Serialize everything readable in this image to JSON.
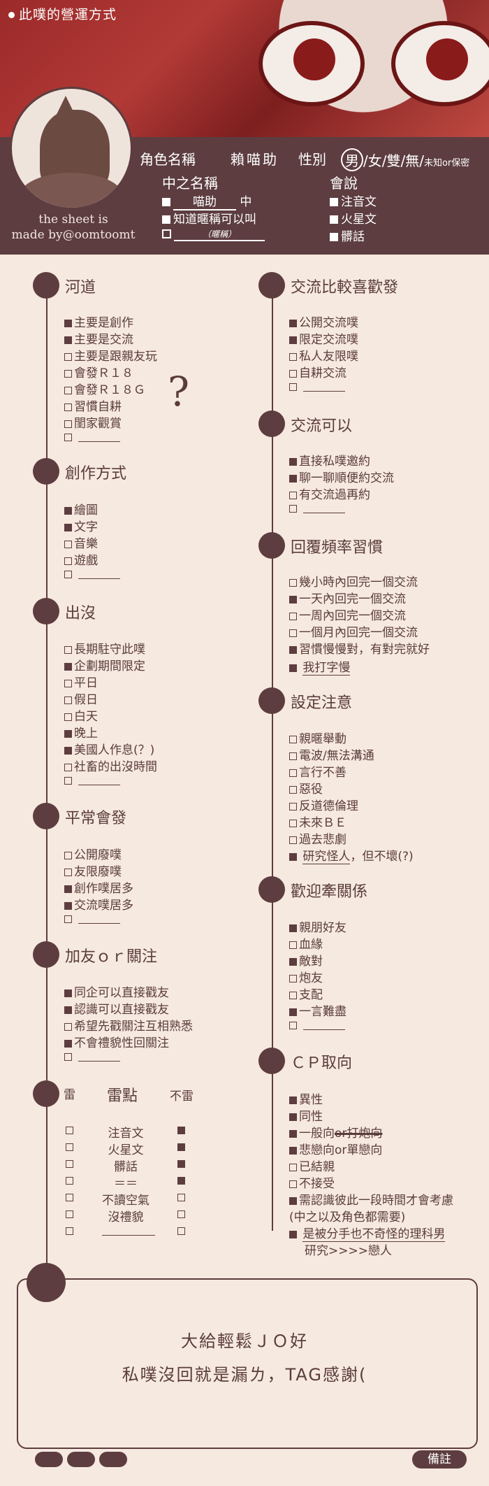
{
  "banner_title": "此噗的營運方式",
  "credit": {
    "line1": "the sheet is",
    "line2": "made by@oomtoomt"
  },
  "header": {
    "role_label": "角色名稱",
    "role_value": "賴喵助",
    "gender_label": "性別",
    "gender_selected": "男",
    "gender_rest": "/女/雙/無/",
    "gender_note": "未知or保密",
    "nickname_label": "中之名稱",
    "nickname_value": "喵助",
    "nickname_suffix": "中",
    "nickname_known": "知道暱稱可以叫",
    "nickname_blank": "（暱稱）",
    "lang_label": "會說",
    "lang_items": [
      "注音文",
      "火星文",
      "髒話"
    ]
  },
  "left_sections": {
    "river": {
      "title": "河道",
      "items": [
        {
          "text": "主要是創作",
          "on": true
        },
        {
          "text": "主要是交流",
          "on": true
        },
        {
          "text": "主要是跟親友玩",
          "on": false
        },
        {
          "text": "會發Ｒ１８",
          "on": false
        },
        {
          "text": "會發Ｒ１８Ｇ",
          "on": false
        },
        {
          "text": "習慣自耕",
          "on": false
        },
        {
          "text": "閨家觀賞",
          "on": false
        }
      ],
      "qmark": "?"
    },
    "create": {
      "title": "創作方式",
      "items": [
        {
          "text": "繪圖",
          "on": true
        },
        {
          "text": "文字",
          "on": true
        },
        {
          "text": "音樂",
          "on": false
        },
        {
          "text": "遊戲",
          "on": false
        }
      ]
    },
    "appear": {
      "title": "出沒",
      "items": [
        {
          "text": "長期駐守此噗",
          "on": false
        },
        {
          "text": "企劃期間限定",
          "on": true
        },
        {
          "text": "平日",
          "on": false
        },
        {
          "text": "假日",
          "on": false
        },
        {
          "text": "白天",
          "on": false
        },
        {
          "text": "晚上",
          "on": true
        },
        {
          "text": "美國人作息(？)",
          "on": true
        },
        {
          "text": "社畜的出沒時間",
          "on": false
        }
      ]
    },
    "usual": {
      "title": "平常會發",
      "items": [
        {
          "text": "公開廢噗",
          "on": false
        },
        {
          "text": "友限廢噗",
          "on": false
        },
        {
          "text": "創作噗居多",
          "on": true
        },
        {
          "text": "交流噗居多",
          "on": true
        }
      ]
    },
    "follow": {
      "title": "加友ｏｒ關注",
      "items": [
        {
          "text": "同企可以直接戳友",
          "on": true
        },
        {
          "text": "認識可以直接戳友",
          "on": true
        },
        {
          "text": "希望先戳關注互相熟悉",
          "on": false
        },
        {
          "text": "不會禮貌性回關注",
          "on": true
        }
      ]
    },
    "mines": {
      "thunder": "雷",
      "title": "雷點",
      "not_thunder": "不雷",
      "rows": [
        {
          "label": "注音文",
          "mine": false,
          "ok": true
        },
        {
          "label": "火星文",
          "mine": false,
          "ok": true
        },
        {
          "label": "髒話",
          "mine": false,
          "ok": true
        },
        {
          "label": "＝＝",
          "mine": false,
          "ok": true
        },
        {
          "label": "不讀空氣",
          "mine": false,
          "ok": false
        },
        {
          "label": "沒禮貌",
          "mine": false,
          "ok": false
        }
      ]
    }
  },
  "right_sections": {
    "prefer": {
      "title": "交流比較喜歡發",
      "items": [
        {
          "text": "公開交流噗",
          "on": true
        },
        {
          "text": "限定交流噗",
          "on": true
        },
        {
          "text": "私人友限噗",
          "on": false
        },
        {
          "text": "自耕交流",
          "on": false
        }
      ]
    },
    "can": {
      "title": "交流可以",
      "items": [
        {
          "text": "直接私噗邀約",
          "on": true
        },
        {
          "text": "聊一聊順便約交流",
          "on": true
        },
        {
          "text": "有交流過再約",
          "on": false
        }
      ]
    },
    "reply": {
      "title": "回覆頻率習慣",
      "items": [
        {
          "text": "幾小時內回完一個交流",
          "on": false
        },
        {
          "text": "一天內回完一個交流",
          "on": true
        },
        {
          "text": "一周內回完一個交流",
          "on": false
        },
        {
          "text": "一個月內回完一個交流",
          "on": false
        },
        {
          "text": "習慣慢慢對，有對完就好",
          "on": true
        }
      ],
      "extra": "我打字慢"
    },
    "caution": {
      "title": "設定注意",
      "items": [
        {
          "text": "親暱舉動",
          "on": false
        },
        {
          "text": "電波/無法溝通",
          "on": false
        },
        {
          "text": "言行不善",
          "on": false
        },
        {
          "text": "惡役",
          "on": false
        },
        {
          "text": "反道德倫理",
          "on": false
        },
        {
          "text": "未來ＢＥ",
          "on": false
        },
        {
          "text": "過去悲劇",
          "on": false
        }
      ],
      "extra_ul": "研究怪人",
      "extra_rest": "，但不壞(?)"
    },
    "welcome": {
      "title": "歡迎牽關係",
      "items": [
        {
          "text": "親朋好友",
          "on": true
        },
        {
          "text": "血緣",
          "on": false
        },
        {
          "text": "敵對",
          "on": true
        },
        {
          "text": "炮友",
          "on": false
        },
        {
          "text": "支配",
          "on": false
        },
        {
          "text": "一言難盡",
          "on": true
        }
      ]
    },
    "cp": {
      "title": "ＣＰ取向",
      "items": [
        {
          "text": "異性",
          "on": true
        },
        {
          "text": "同性",
          "on": true
        },
        {
          "text": "悲戀向or單戀向",
          "on": true
        },
        {
          "text": "已結親",
          "on": false
        },
        {
          "text": "不接受",
          "on": false
        },
        {
          "text": "需認識彼此一段時間才會考慮",
          "on": true
        }
      ],
      "general_a": "一般向",
      "general_b": "or打炮向",
      "note_paren": "(中之以及角色都需要)",
      "last_ul": "是被分手也不奇怪的理科男",
      "last_line2": "研究>>>>戀人"
    }
  },
  "note": {
    "line1": "大給輕鬆ＪＯ好",
    "line2": "私噗沒回就是漏ㄌ，TAG感謝(",
    "button_label": "備註"
  }
}
